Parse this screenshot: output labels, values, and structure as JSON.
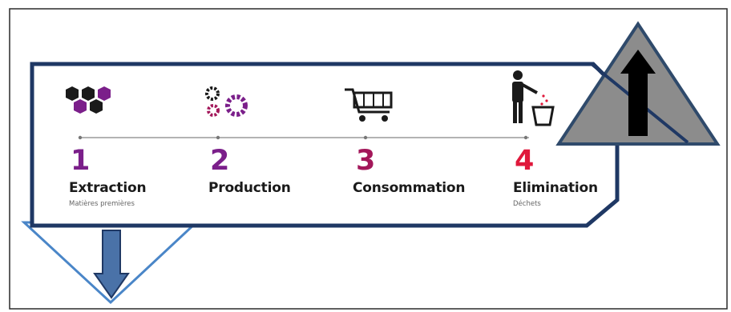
{
  "colors": {
    "frame_border": "#2a2a2a",
    "panel_border": "#1f3864",
    "triangle_fill": "#8c8c8c",
    "triangle_border": "#2f4a6b",
    "down_arrow_fill": "#4a72a8",
    "purple": "#7b1f8a",
    "magenta": "#a3175a",
    "red": "#e0183b",
    "dark": "#1a1a1a"
  },
  "steps": [
    {
      "number": "1",
      "title": "Extraction",
      "subtitle": "Matières premières",
      "icon": "hexagons-icon"
    },
    {
      "number": "2",
      "title": "Production",
      "subtitle": "",
      "icon": "gears-icon"
    },
    {
      "number": "3",
      "title": "Consommation",
      "subtitle": "",
      "icon": "shopping-cart-icon"
    },
    {
      "number": "4",
      "title": "Elimination",
      "subtitle": "Déchets",
      "icon": "trash-person-icon"
    }
  ]
}
